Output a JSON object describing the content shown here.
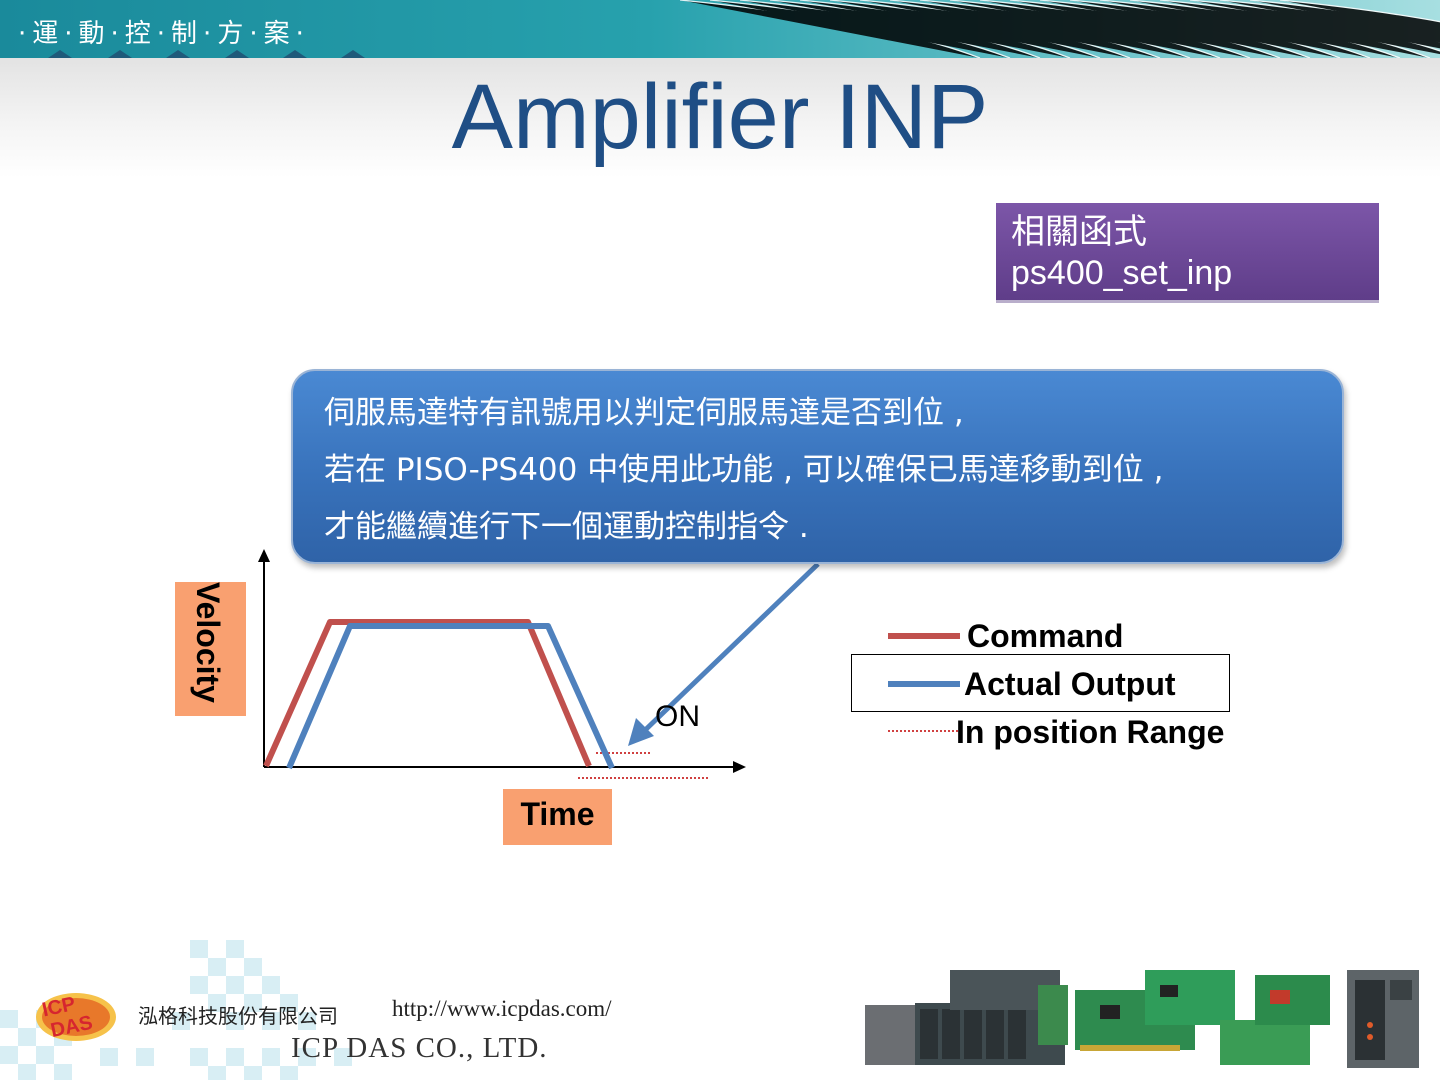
{
  "banner": {
    "text": "·運·動·控·制·方·案·"
  },
  "slide": {
    "title": "Amplifier INP"
  },
  "related_function": {
    "label": "相關函式",
    "name": "ps400_set_inp"
  },
  "callout": {
    "lines": [
      "伺服馬達特有訊號用以判定伺服馬達是否到位 ,",
      "若在 PISO-PS400 中使用此功能 , 可以確保已馬達移動到位 ,",
      "才能繼續進行下一個運動控制指令 ."
    ]
  },
  "chart_data": {
    "type": "line",
    "xlabel": "Time",
    "ylabel": "Velocity",
    "annotation": "ON",
    "legend": [
      "Command",
      "Actual Output",
      "In position Range"
    ],
    "legend_placement": "right",
    "colors": {
      "command": "#c0504d",
      "actual": "#4f81bd",
      "inp": "#c00000"
    },
    "series": [
      {
        "name": "Command",
        "profile": "trapezoid"
      },
      {
        "name": "Actual Output",
        "profile": "trapezoid-delayed"
      }
    ]
  },
  "footer": {
    "company_cn": "泓格科技股份有限公司",
    "url": "http://www.icpdas.com/",
    "company_en": "ICP DAS CO., LTD.",
    "logo_text": "ICP DAS"
  },
  "colors": {
    "title": "#1f4e85",
    "banner": "#27a1ad",
    "function_box": "#6a479a",
    "callout": "#3872bb",
    "axis_label_bg": "#f9a070"
  }
}
